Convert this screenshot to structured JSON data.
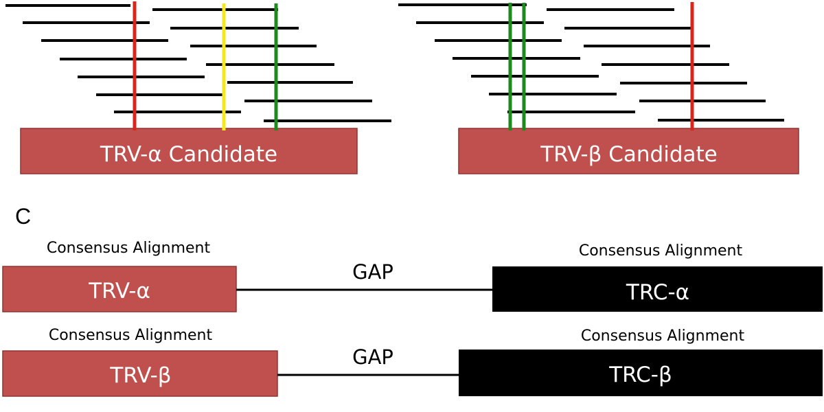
{
  "panel_b": {
    "alpha": {
      "label": "TRV-α Candidate",
      "marker_colors": [
        "#d9261c",
        "#f5e81d",
        "#1c8a1c"
      ]
    },
    "beta": {
      "label": "TRV-β Candidate",
      "marker_colors": [
        "#1c8a1c",
        "#1c8a1c",
        "#d9261c"
      ]
    }
  },
  "panel_c": {
    "title": "C",
    "rows": [
      {
        "left_caption": "Consensus Alignment",
        "left_label": "TRV-α",
        "gap_label": "GAP",
        "right_caption": "Consensus Alignment",
        "right_label": "TRC-α"
      },
      {
        "left_caption": "Consensus Alignment",
        "left_label": "TRV-β",
        "gap_label": "GAP",
        "right_caption": "Consensus Alignment",
        "right_label": "TRC-β"
      }
    ]
  },
  "colors": {
    "region_box": "#c0504d",
    "constant_box": "#000000",
    "read_line": "#000000"
  }
}
